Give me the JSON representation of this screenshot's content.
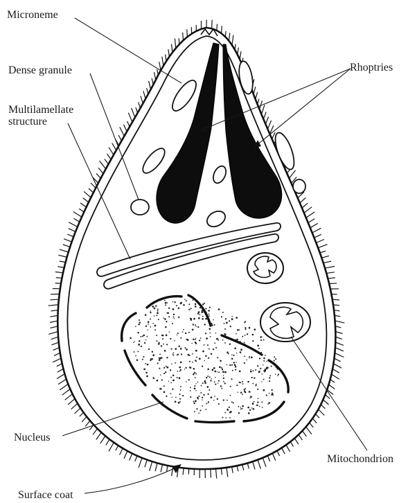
{
  "labels": {
    "microneme": "Microneme",
    "dense_granule": "Dense granule",
    "multilamellate_line1": "Multilamellate",
    "multilamellate_line2": "structure",
    "rhoptries": "Rhoptries",
    "nucleus": "Nucleus",
    "mitochondrion": "Mitochondrion",
    "surface_coat": "Surface coat"
  },
  "colors": {
    "ink": "#111111",
    "background": "#ffffff"
  }
}
